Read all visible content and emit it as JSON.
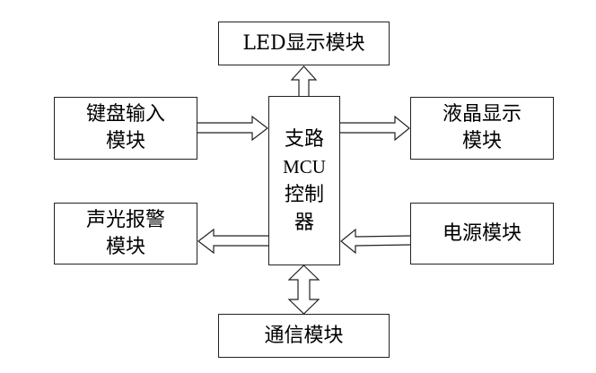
{
  "diagram": {
    "title": "MCU system block diagram",
    "center": {
      "lines": [
        "支路",
        "MCU",
        "控制",
        "器"
      ]
    },
    "modules": {
      "led": {
        "label": "LED显示模块"
      },
      "keyboard": {
        "lines": [
          "键盘输入",
          "模块"
        ]
      },
      "lcd": {
        "lines": [
          "液晶显示",
          "模块"
        ]
      },
      "alarm": {
        "lines": [
          "声光报警",
          "模块"
        ]
      },
      "power": {
        "label": "电源模块"
      },
      "comm": {
        "label": "通信模块"
      }
    },
    "connections": [
      {
        "from": "keyboard",
        "to": "center",
        "direction": "one-way"
      },
      {
        "from": "center",
        "to": "lcd",
        "direction": "one-way"
      },
      {
        "from": "center",
        "to": "led",
        "direction": "one-way"
      },
      {
        "from": "center",
        "to": "alarm",
        "direction": "one-way"
      },
      {
        "from": "power",
        "to": "center",
        "direction": "one-way"
      },
      {
        "from": "center",
        "to": "comm",
        "direction": "two-way"
      }
    ],
    "colors": {
      "stroke": "#222222",
      "background": "#ffffff"
    }
  }
}
